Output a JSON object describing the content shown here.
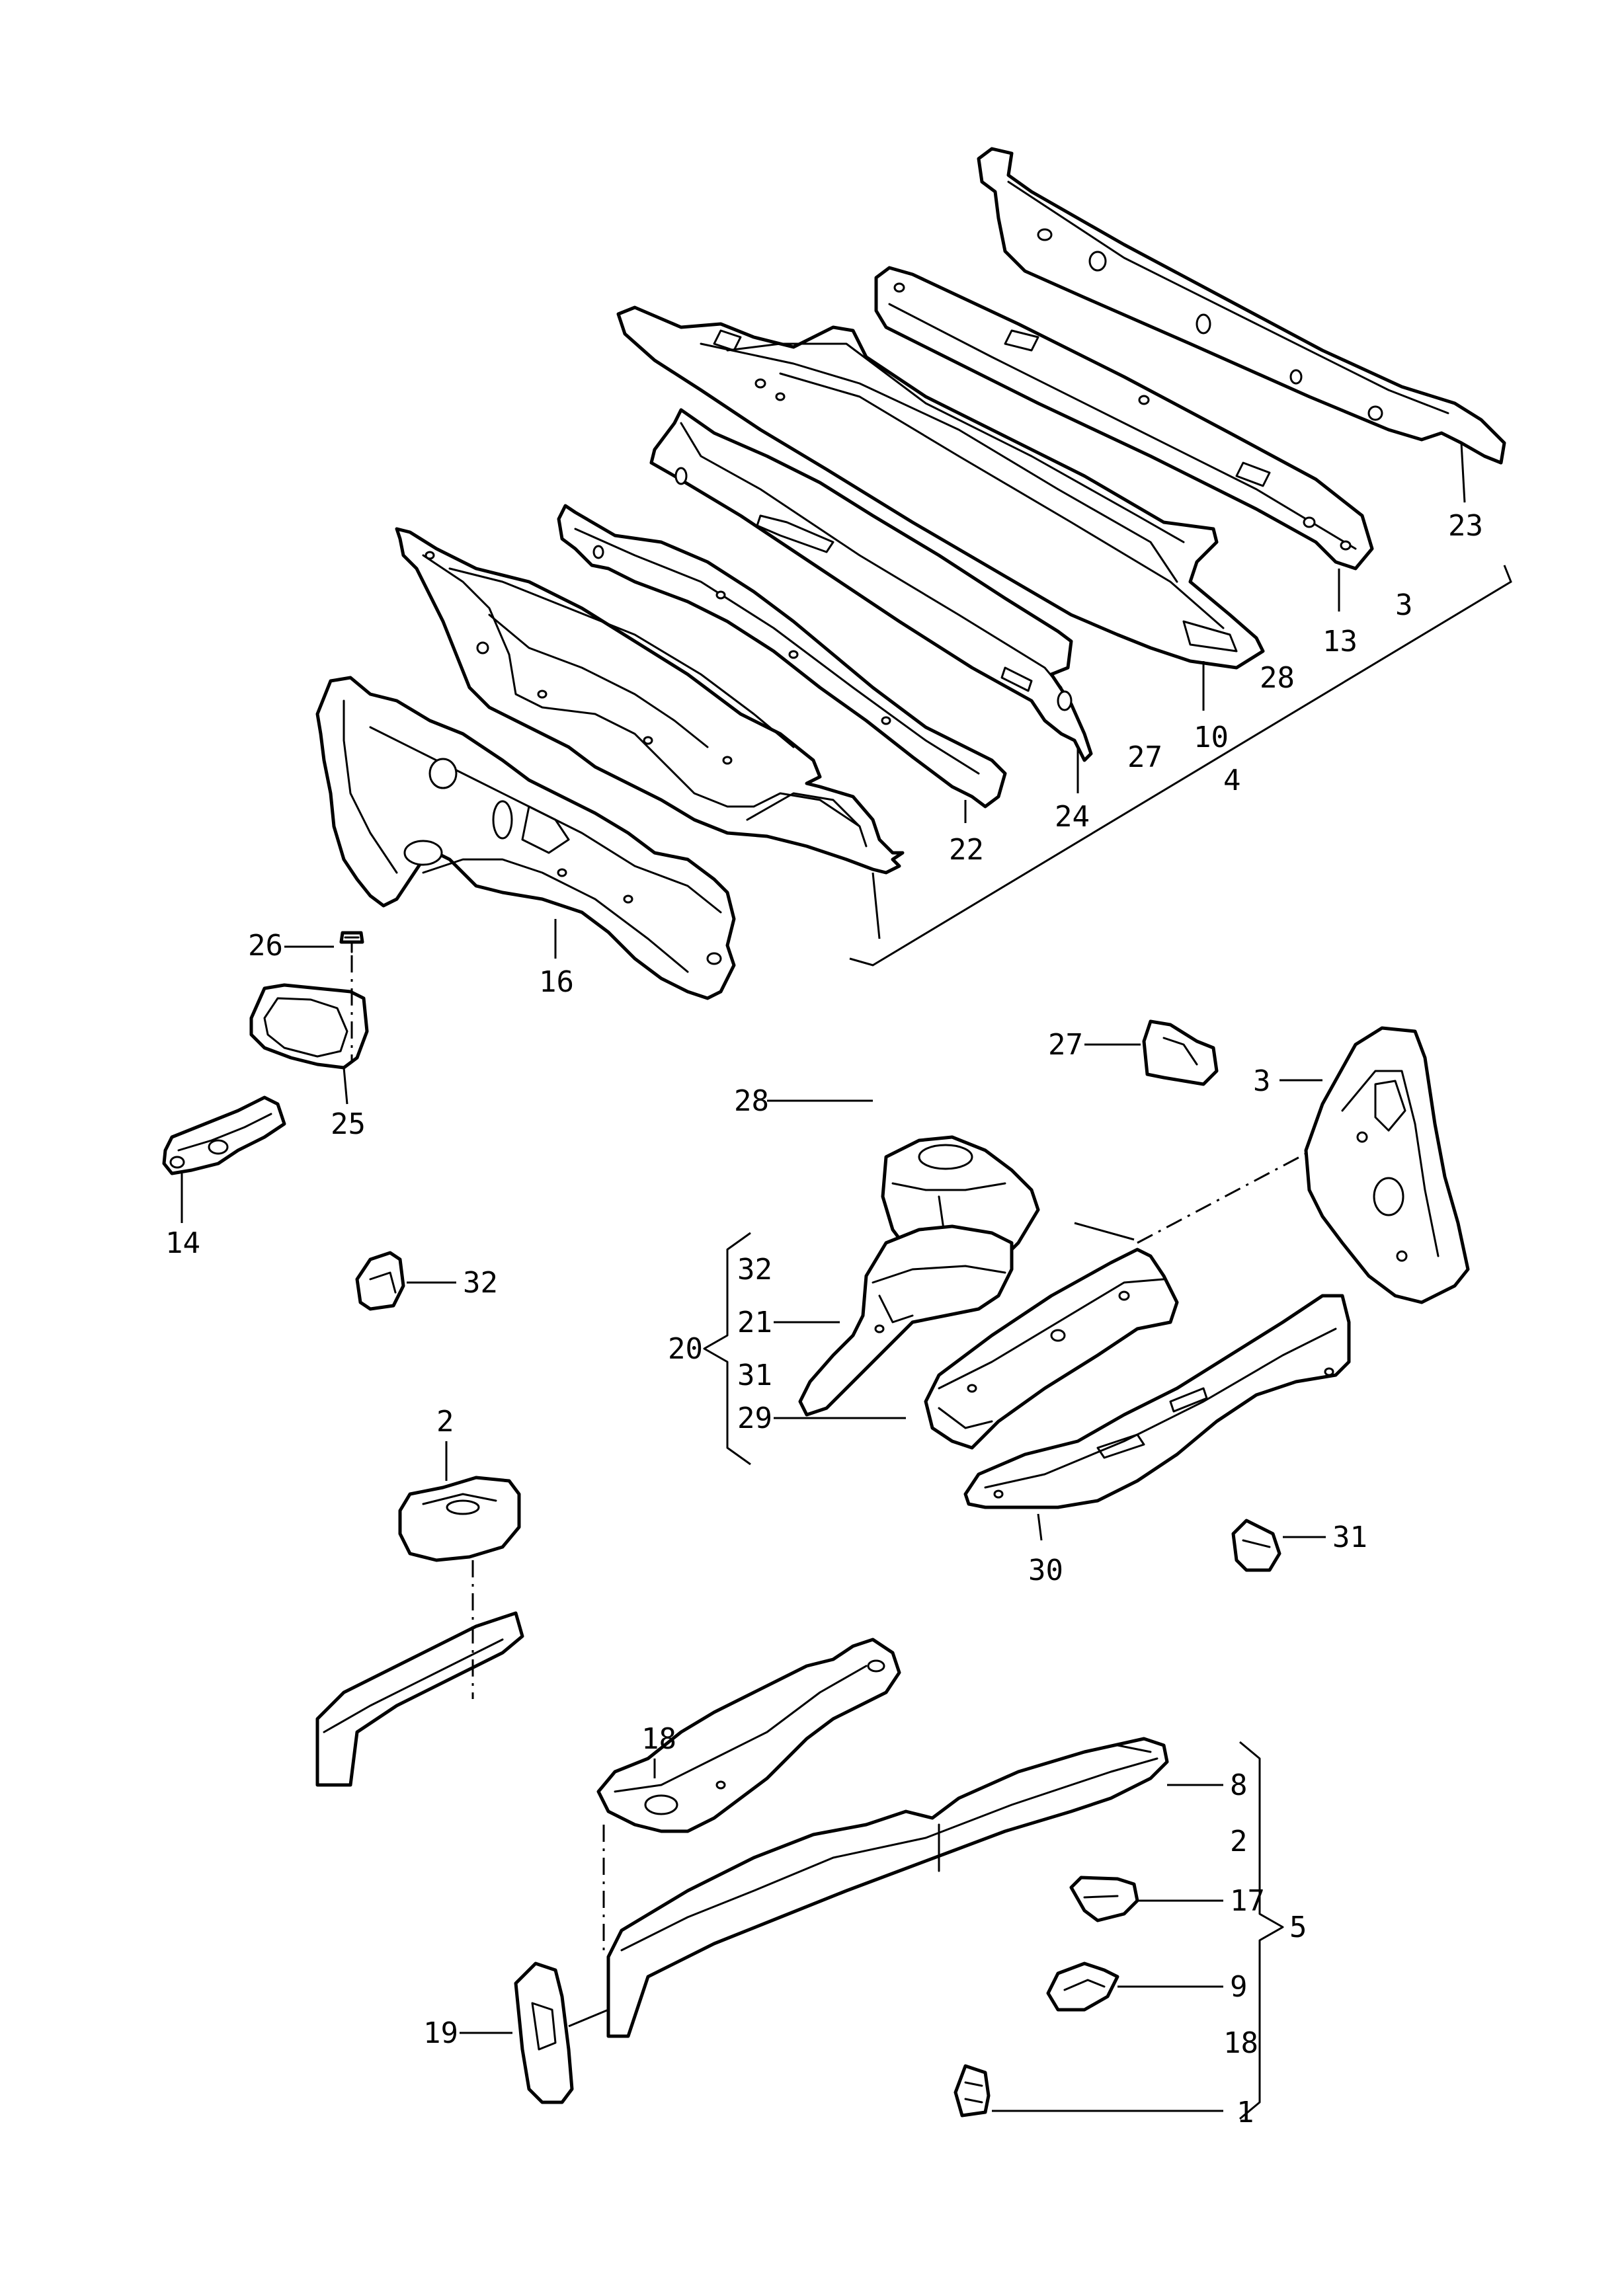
{
  "callouts": {
    "c1": "1",
    "c2_top": "2",
    "c2_list": "2",
    "c3_list": "3",
    "c3_part": "3",
    "c4": "4",
    "c5": "5",
    "c8": "8",
    "c9": "9",
    "c10": "10",
    "c13": "13",
    "c14": "14",
    "c16": "16",
    "c17": "17",
    "c18_part": "18",
    "c18_list": "18",
    "c19": "19",
    "c20": "20",
    "c21": "21",
    "c22": "22",
    "c23": "23",
    "c24": "24",
    "c25": "25",
    "c26": "26",
    "c27_list": "27",
    "c27_part": "27",
    "c28_list": "28",
    "c28_part": "28",
    "c29": "29",
    "c30": "30",
    "c31_list": "31",
    "c31_part": "31",
    "c32_list": "32",
    "c32_part": "32"
  }
}
